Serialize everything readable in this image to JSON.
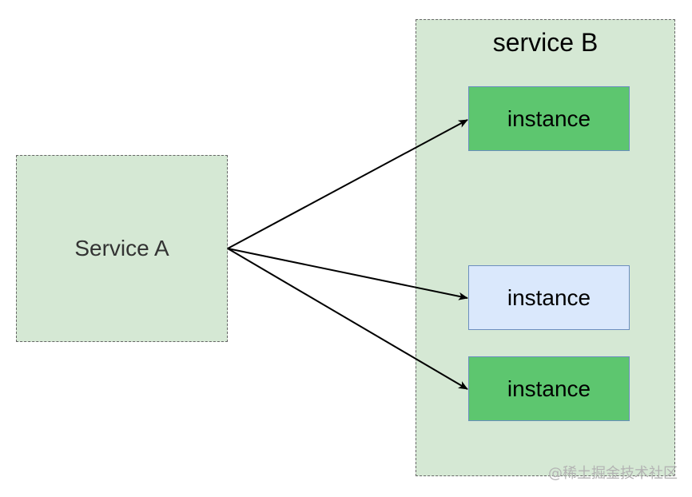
{
  "diagram": {
    "service_a": {
      "label": "Service A",
      "fill": "#d5e8d4"
    },
    "service_b": {
      "title": "service B",
      "fill": "#d5e8d4"
    },
    "instances": [
      {
        "label": "instance",
        "state": "active",
        "fill": "#5dc66f"
      },
      {
        "label": "instance",
        "state": "inactive",
        "fill": "#dae8fc"
      },
      {
        "label": "instance",
        "state": "active",
        "fill": "#5dc66f"
      }
    ],
    "connections": [
      {
        "from": "Service A",
        "to": "instance 1"
      },
      {
        "from": "Service A",
        "to": "instance 2"
      },
      {
        "from": "Service A",
        "to": "instance 3"
      }
    ]
  },
  "watermark": {
    "text": "@稀土掘金技术社区"
  }
}
